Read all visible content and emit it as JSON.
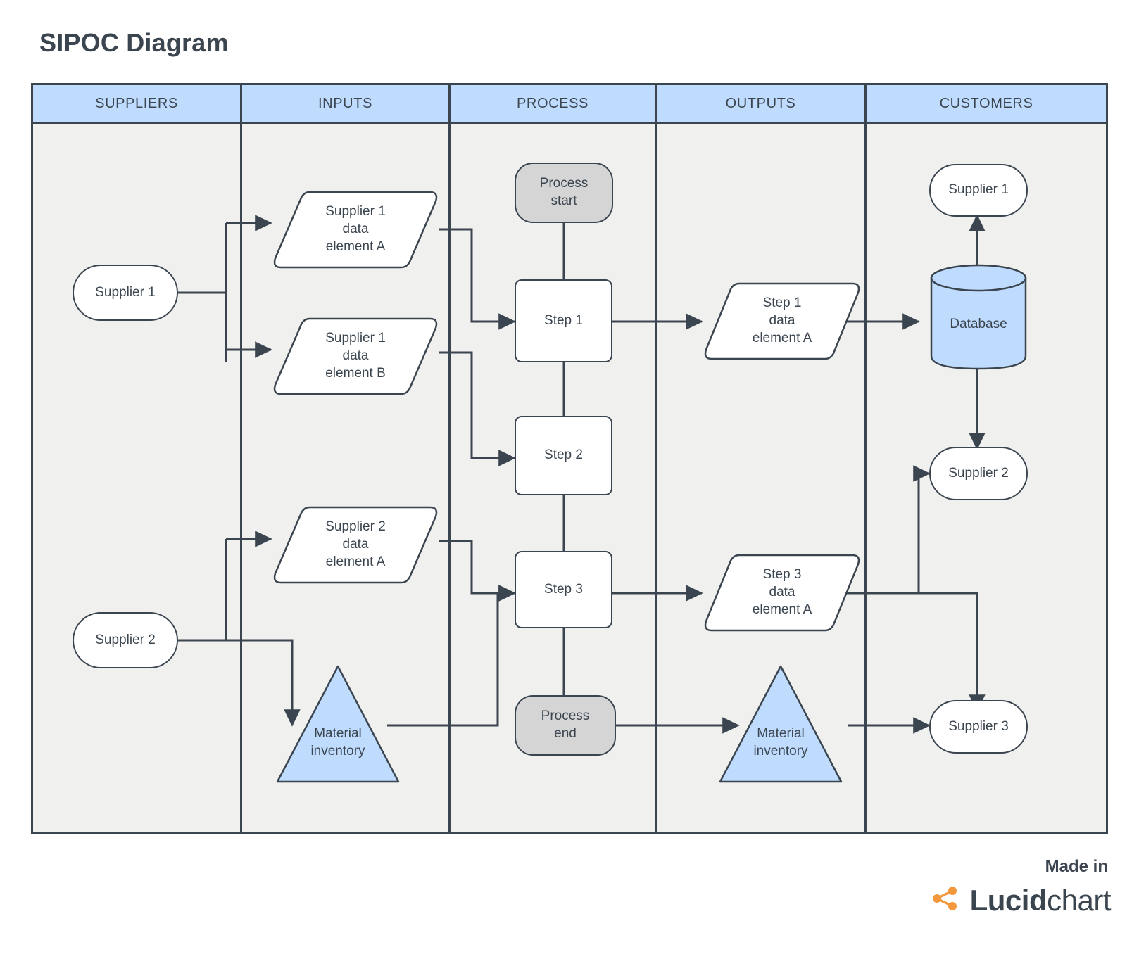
{
  "title": "SIPOC Diagram",
  "lanes": [
    {
      "id": "suppliers",
      "label": "SUPPLIERS"
    },
    {
      "id": "inputs",
      "label": "INPUTS"
    },
    {
      "id": "process",
      "label": "PROCESS"
    },
    {
      "id": "outputs",
      "label": "OUTPUTS"
    },
    {
      "id": "customers",
      "label": "CUSTOMERS"
    }
  ],
  "colors": {
    "lane_header_fill": "#bfdbfe",
    "lane_body_fill": "#f0f0ef",
    "stroke": "#3b454f",
    "shape_fill": "#ffffff",
    "terminator_fill": "#d5d5d5",
    "blue_fill": "#bfdbfe",
    "logo_orange": "#f2973c",
    "title_color": "#3b454f"
  },
  "nodes": {
    "suppliers": [
      {
        "id": "supplier-1",
        "label": "Supplier 1",
        "shape": "pill"
      },
      {
        "id": "supplier-2",
        "label": "Supplier 2",
        "shape": "pill"
      }
    ],
    "inputs": [
      {
        "id": "input-s1-a",
        "label": "Supplier 1\ndata\nelement A",
        "shape": "parallelogram"
      },
      {
        "id": "input-s1-b",
        "label": "Supplier 1\ndata\nelement B",
        "shape": "parallelogram"
      },
      {
        "id": "input-s2-a",
        "label": "Supplier 2\ndata\nelement A",
        "shape": "parallelogram"
      },
      {
        "id": "input-material-inventory",
        "label": "Material\ninventory",
        "shape": "triangle"
      }
    ],
    "process": [
      {
        "id": "process-start",
        "label": "Process\nstart",
        "shape": "terminator"
      },
      {
        "id": "step-1",
        "label": "Step 1",
        "shape": "rounded-rectangle"
      },
      {
        "id": "step-2",
        "label": "Step 2",
        "shape": "rounded-rectangle"
      },
      {
        "id": "step-3",
        "label": "Step 3",
        "shape": "rounded-rectangle"
      },
      {
        "id": "process-end",
        "label": "Process\nend",
        "shape": "terminator"
      }
    ],
    "outputs": [
      {
        "id": "output-step1-a",
        "label": "Step 1\ndata\nelement A",
        "shape": "parallelogram"
      },
      {
        "id": "output-step3-a",
        "label": "Step 3\ndata\nelement A",
        "shape": "parallelogram"
      },
      {
        "id": "output-material-inventory",
        "label": "Material\ninventory",
        "shape": "triangle"
      }
    ],
    "customers": [
      {
        "id": "customer-supplier-1",
        "label": "Supplier 1",
        "shape": "pill"
      },
      {
        "id": "customer-database",
        "label": "Database",
        "shape": "cylinder"
      },
      {
        "id": "customer-supplier-2",
        "label": "Supplier 2",
        "shape": "pill"
      },
      {
        "id": "customer-supplier-3",
        "label": "Supplier 3",
        "shape": "pill"
      }
    ]
  },
  "node_labels": {
    "supplier_1": "Supplier 1",
    "supplier_2": "Supplier 2",
    "input_s1_a_l1": "Supplier 1",
    "input_s1_a_l2": "data",
    "input_s1_a_l3": "element A",
    "input_s1_b_l1": "Supplier 1",
    "input_s1_b_l2": "data",
    "input_s1_b_l3": "element B",
    "input_s2_a_l1": "Supplier 2",
    "input_s2_a_l2": "data",
    "input_s2_a_l3": "element A",
    "material_inventory_l1": "Material",
    "material_inventory_l2": "inventory",
    "process_start_l1": "Process",
    "process_start_l2": "start",
    "process_end_l1": "Process",
    "process_end_l2": "end",
    "step_1": "Step 1",
    "step_2": "Step 2",
    "step_3": "Step 3",
    "output_step1_a_l1": "Step 1",
    "output_step1_a_l2": "data",
    "output_step1_a_l3": "element A",
    "output_step3_a_l1": "Step 3",
    "output_step3_a_l2": "data",
    "output_step3_a_l3": "element A",
    "customer_supplier_1": "Supplier 1",
    "customer_database": "Database",
    "customer_supplier_2": "Supplier 2",
    "customer_supplier_3": "Supplier 3"
  },
  "footer": {
    "made_in": "Made in",
    "brand_bold": "Lucid",
    "brand_light": "chart"
  }
}
